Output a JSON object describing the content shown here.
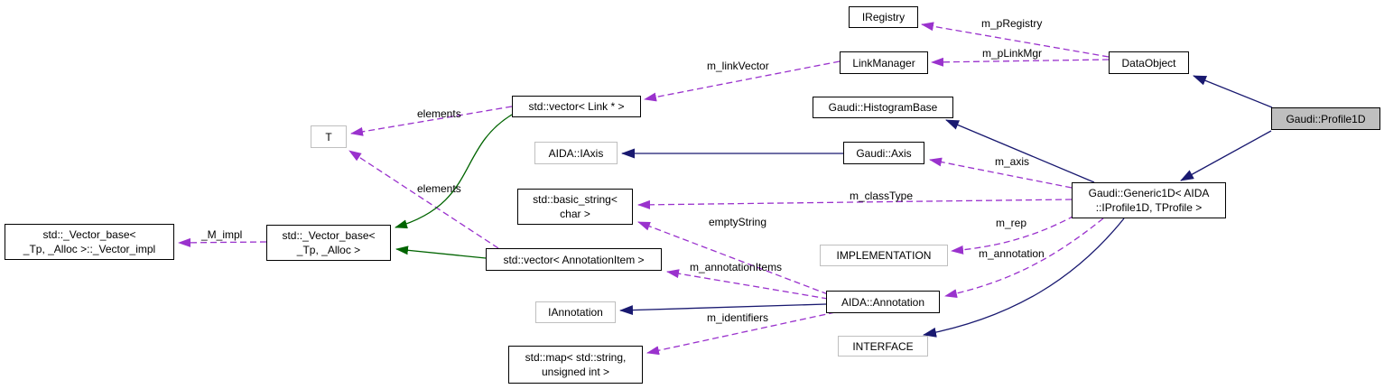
{
  "diagram": {
    "type": "class-collaboration-graph",
    "focus_class": "Gaudi::Profile1D",
    "colors": {
      "inheritance_edge": "#191970",
      "usage_edge": "#9a32cd",
      "template_edge": "#006400",
      "node_background": "#ffffff",
      "node_border": "#000000",
      "external_node_border": "#bfbfbf",
      "focus_node_fill": "#bfbfbf",
      "background": "#ffffff"
    },
    "nodes": [
      {
        "id": "iregistry",
        "label": "IRegistry",
        "style": "normal"
      },
      {
        "id": "linkmanager",
        "label": "LinkManager",
        "style": "normal"
      },
      {
        "id": "dataobject",
        "label": "DataObject",
        "style": "normal"
      },
      {
        "id": "profile1d",
        "label": "Gaudi::Profile1D",
        "style": "focus"
      },
      {
        "id": "histogrambase",
        "label": "Gaudi::HistogramBase",
        "style": "normal"
      },
      {
        "id": "vector-link",
        "label": "std::vector< Link * >",
        "style": "normal"
      },
      {
        "id": "aida-iaxis",
        "label": "AIDA::IAxis",
        "style": "external"
      },
      {
        "id": "gaudi-axis",
        "label": "Gaudi::Axis",
        "style": "normal"
      },
      {
        "id": "t",
        "label": "T",
        "style": "external"
      },
      {
        "id": "basic-string",
        "label": "std::basic_string<\nchar >",
        "style": "normal"
      },
      {
        "id": "generic1d",
        "label": "Gaudi::Generic1D< AIDA\n::IProfile1D, TProfile >",
        "style": "normal"
      },
      {
        "id": "implementation",
        "label": "IMPLEMENTATION",
        "style": "external"
      },
      {
        "id": "vector-base-impl",
        "label": "std::_Vector_base<\n_Tp, _Alloc >::_Vector_impl",
        "style": "normal"
      },
      {
        "id": "vector-base",
        "label": "std::_Vector_base<\n_Tp, _Alloc >",
        "style": "normal"
      },
      {
        "id": "vector-annotationitem",
        "label": "std::vector< AnnotationItem >",
        "style": "normal"
      },
      {
        "id": "aida-annotation",
        "label": "AIDA::Annotation",
        "style": "normal"
      },
      {
        "id": "iannotation",
        "label": "IAnnotation",
        "style": "external"
      },
      {
        "id": "interface",
        "label": "INTERFACE",
        "style": "external"
      },
      {
        "id": "std-map",
        "label": "std::map< std::string,\nunsigned int >",
        "style": "normal"
      }
    ],
    "edges": [
      {
        "from": "DataObject",
        "to": "IRegistry",
        "label": "m_pRegistry",
        "type": "usage"
      },
      {
        "from": "DataObject",
        "to": "LinkManager",
        "label": "m_pLinkMgr",
        "type": "usage"
      },
      {
        "from": "LinkManager",
        "to": "std::vector< Link * >",
        "label": "m_linkVector",
        "type": "usage"
      },
      {
        "from": "std::vector< Link * >",
        "to": "T",
        "label": "elements",
        "type": "usage"
      },
      {
        "from": "std::vector< AnnotationItem >",
        "to": "T",
        "label": "elements",
        "type": "usage"
      },
      {
        "from": "std::_Vector_base< _Tp, _Alloc >",
        "to": "std::_Vector_base< _Tp, _Alloc >::_Vector_impl",
        "label": "_M_impl",
        "type": "usage"
      },
      {
        "from": "Gaudi::Generic1D< AIDA::IProfile1D, TProfile >",
        "to": "Gaudi::Axis",
        "label": "m_axis",
        "type": "usage"
      },
      {
        "from": "Gaudi::Generic1D< AIDA::IProfile1D, TProfile >",
        "to": "std::basic_string< char >",
        "label": "m_classType",
        "type": "usage"
      },
      {
        "from": "AIDA::Annotation",
        "to": "std::basic_string< char >",
        "label": "emptyString",
        "type": "usage"
      },
      {
        "from": "Gaudi::Generic1D< AIDA::IProfile1D, TProfile >",
        "to": "IMPLEMENTATION",
        "label": "m_rep",
        "type": "usage"
      },
      {
        "from": "Gaudi::Generic1D< AIDA::IProfile1D, TProfile >",
        "to": "AIDA::Annotation",
        "label": "m_annotation",
        "type": "usage"
      },
      {
        "from": "AIDA::Annotation",
        "to": "std::vector< AnnotationItem >",
        "label": "m_annotationItems",
        "type": "usage"
      },
      {
        "from": "AIDA::Annotation",
        "to": "std::map< std::string, unsigned int >",
        "label": "m_identifiers",
        "type": "usage"
      },
      {
        "from": "Gaudi::Profile1D",
        "to": "DataObject",
        "label": "",
        "type": "inheritance"
      },
      {
        "from": "Gaudi::Profile1D",
        "to": "Gaudi::Generic1D< AIDA::IProfile1D, TProfile >",
        "label": "",
        "type": "inheritance"
      },
      {
        "from": "Gaudi::Generic1D< AIDA::IProfile1D, TProfile >",
        "to": "Gaudi::HistogramBase",
        "label": "",
        "type": "inheritance"
      },
      {
        "from": "Gaudi::Axis",
        "to": "AIDA::IAxis",
        "label": "",
        "type": "inheritance"
      },
      {
        "from": "AIDA::Annotation",
        "to": "IAnnotation",
        "label": "",
        "type": "inheritance"
      },
      {
        "from": "Gaudi::Generic1D< AIDA::IProfile1D, TProfile >",
        "to": "INTERFACE",
        "label": "",
        "type": "inheritance"
      },
      {
        "from": "std::vector< Link * >",
        "to": "std::_Vector_base< _Tp, _Alloc >",
        "label": "",
        "type": "template"
      },
      {
        "from": "std::vector< AnnotationItem >",
        "to": "std::_Vector_base< _Tp, _Alloc >",
        "label": "",
        "type": "template"
      }
    ]
  }
}
